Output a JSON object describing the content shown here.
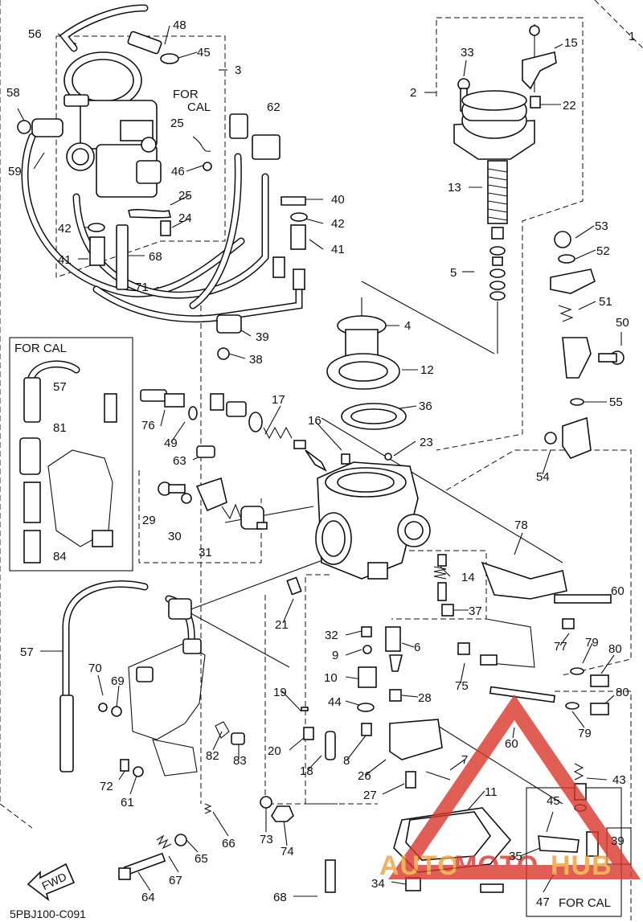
{
  "diagram": {
    "code": "5PBJ100-C091",
    "fwd_label": "FWD",
    "note_for_cal_1": "FOR CAL",
    "note_for_cal_2": "FOR CAL",
    "note_for_cal_3": "FOR CAL",
    "watermark": {
      "part1": "AUTO",
      "part2": "MOTO",
      "part3": "HUB",
      "color_red": "#d9362b",
      "color_orange": "#f0a030"
    },
    "callouts": [
      "56",
      "48",
      "45",
      "3",
      "FOR",
      "CAL",
      "25",
      "46",
      "25",
      "24",
      "58",
      "59",
      "42",
      "41",
      "68",
      "71",
      "62",
      "40",
      "42",
      "41",
      "39",
      "38",
      "1",
      "15",
      "33",
      "2",
      "22",
      "13",
      "5",
      "53",
      "52",
      "51",
      "50",
      "55",
      "54",
      "4",
      "12",
      "36",
      "23",
      "16",
      "17",
      "76",
      "49",
      "63",
      "29",
      "30",
      "31",
      "57",
      "81",
      "84",
      "78",
      "60",
      "14",
      "37",
      "21",
      "32",
      "9",
      "6",
      "10",
      "28",
      "44",
      "19",
      "20",
      "18",
      "8",
      "26",
      "27",
      "7",
      "11",
      "75",
      "77",
      "79",
      "80",
      "80",
      "79",
      "60",
      "43",
      "45",
      "39",
      "35",
      "47",
      "34",
      "57",
      "70",
      "69",
      "82",
      "83",
      "72",
      "61",
      "66",
      "73",
      "74",
      "65",
      "67",
      "64",
      "68"
    ]
  }
}
